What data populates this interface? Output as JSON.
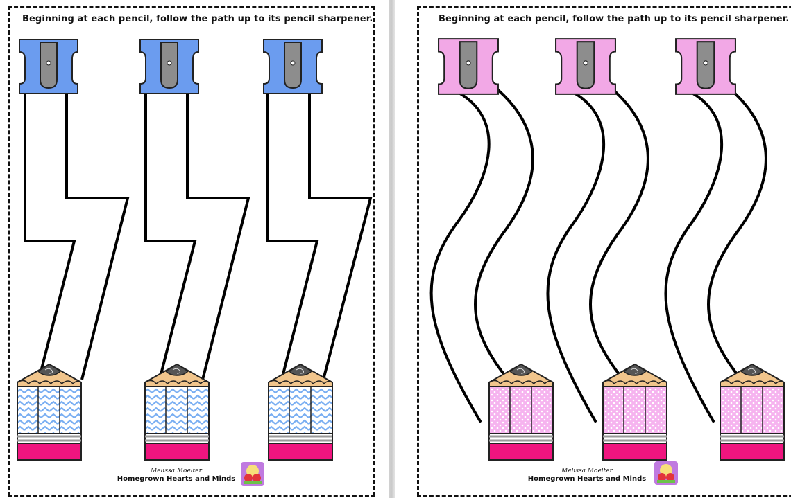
{
  "worksheets": [
    {
      "instruction": "Beginning at each pencil, follow the path up to its pencil sharpener.",
      "path_style": "zigzag",
      "sharpener_color": "#6b9cef",
      "pencil_pattern": "chevron",
      "pencil_pattern_color": "#79aef2",
      "pencil_count": 3,
      "author_signature": "Melissa Moelter",
      "brand_name": "Homegrown Hearts and Minds",
      "logo_icon": "homegrown-logo-icon"
    },
    {
      "instruction": "Beginning at each pencil, follow the path up to its pencil sharpener.",
      "path_style": "wavy",
      "sharpener_color": "#f2a8e6",
      "pencil_pattern": "polka-dot",
      "pencil_pattern_color": "#f6b3ef",
      "pencil_count": 3,
      "author_signature": "Melissa Moelter",
      "brand_name": "Homegrown Hearts and Minds",
      "logo_icon": "homegrown-logo-icon"
    }
  ],
  "colors": {
    "pencil_wood": "#f1c58c",
    "pencil_lead": "#555555",
    "pencil_band": "#999999",
    "pencil_eraser": "#f0157f",
    "sharpener_blade": "#8d8d8d",
    "path_line": "#000000"
  }
}
